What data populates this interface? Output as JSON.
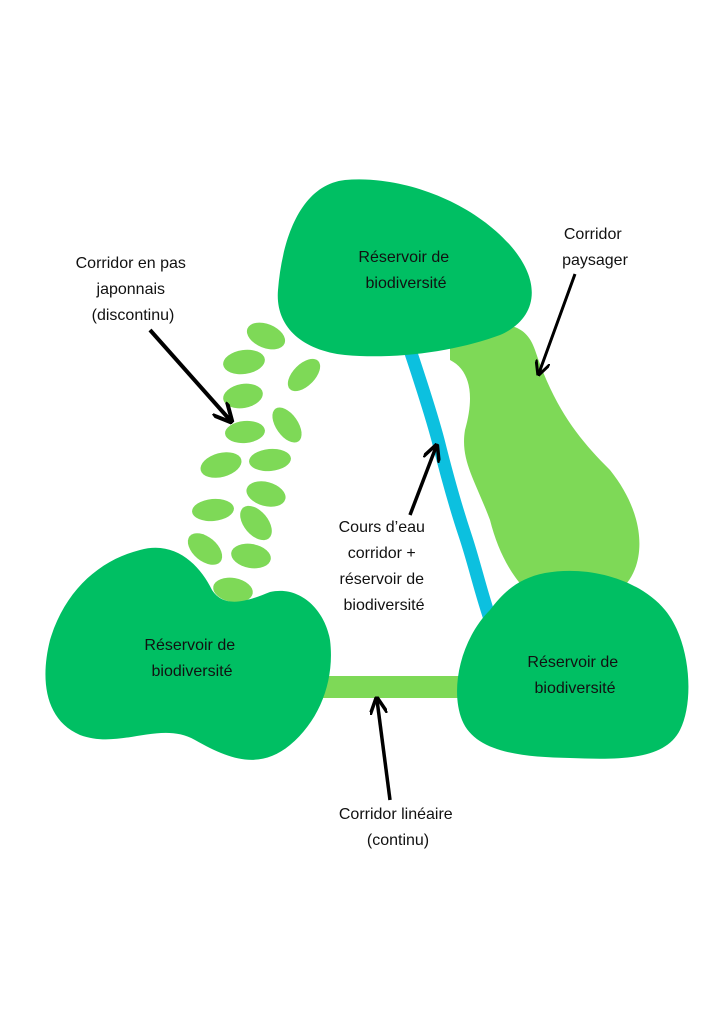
{
  "title": "",
  "colors": {
    "reservoir": "#00bf63",
    "corridor": "#7ed957",
    "river": "#0cc0df",
    "arrow": "#000000",
    "text": "#111111",
    "background": "#ffffff"
  },
  "nodes": {
    "reservoir_top": {
      "lines": [
        "Réservoir de",
        "biodiversité"
      ]
    },
    "reservoir_left": {
      "lines": [
        "Réservoir de",
        "biodiversité"
      ]
    },
    "reservoir_right": {
      "lines": [
        "Réservoir de",
        "biodiversité"
      ]
    }
  },
  "labels": {
    "stepping_stone": {
      "lines": [
        "Corridor en pas",
        "japonnais",
        "(discontinu)"
      ]
    },
    "landscape": {
      "lines": [
        "Corridor",
        "paysager"
      ]
    },
    "river": {
      "lines": [
        "Cours d’eau",
        "corridor +",
        "réservoir de",
        "biodiversité"
      ]
    },
    "linear": {
      "lines": [
        "Corridor linéaire",
        "(continu)"
      ]
    }
  },
  "edges": [
    {
      "from": "reservoir_top",
      "to": "reservoir_right",
      "type": "Corridor paysager"
    },
    {
      "from": "reservoir_top",
      "to": "reservoir_right",
      "type": "Cours d’eau"
    },
    {
      "from": "reservoir_left",
      "to": "reservoir_right",
      "type": "Corridor linéaire (continu)"
    },
    {
      "from": "reservoir_left",
      "to": "reservoir_top",
      "type": "Corridor en pas japonnais (discontinu)"
    }
  ],
  "stepping_stones_count": 14
}
